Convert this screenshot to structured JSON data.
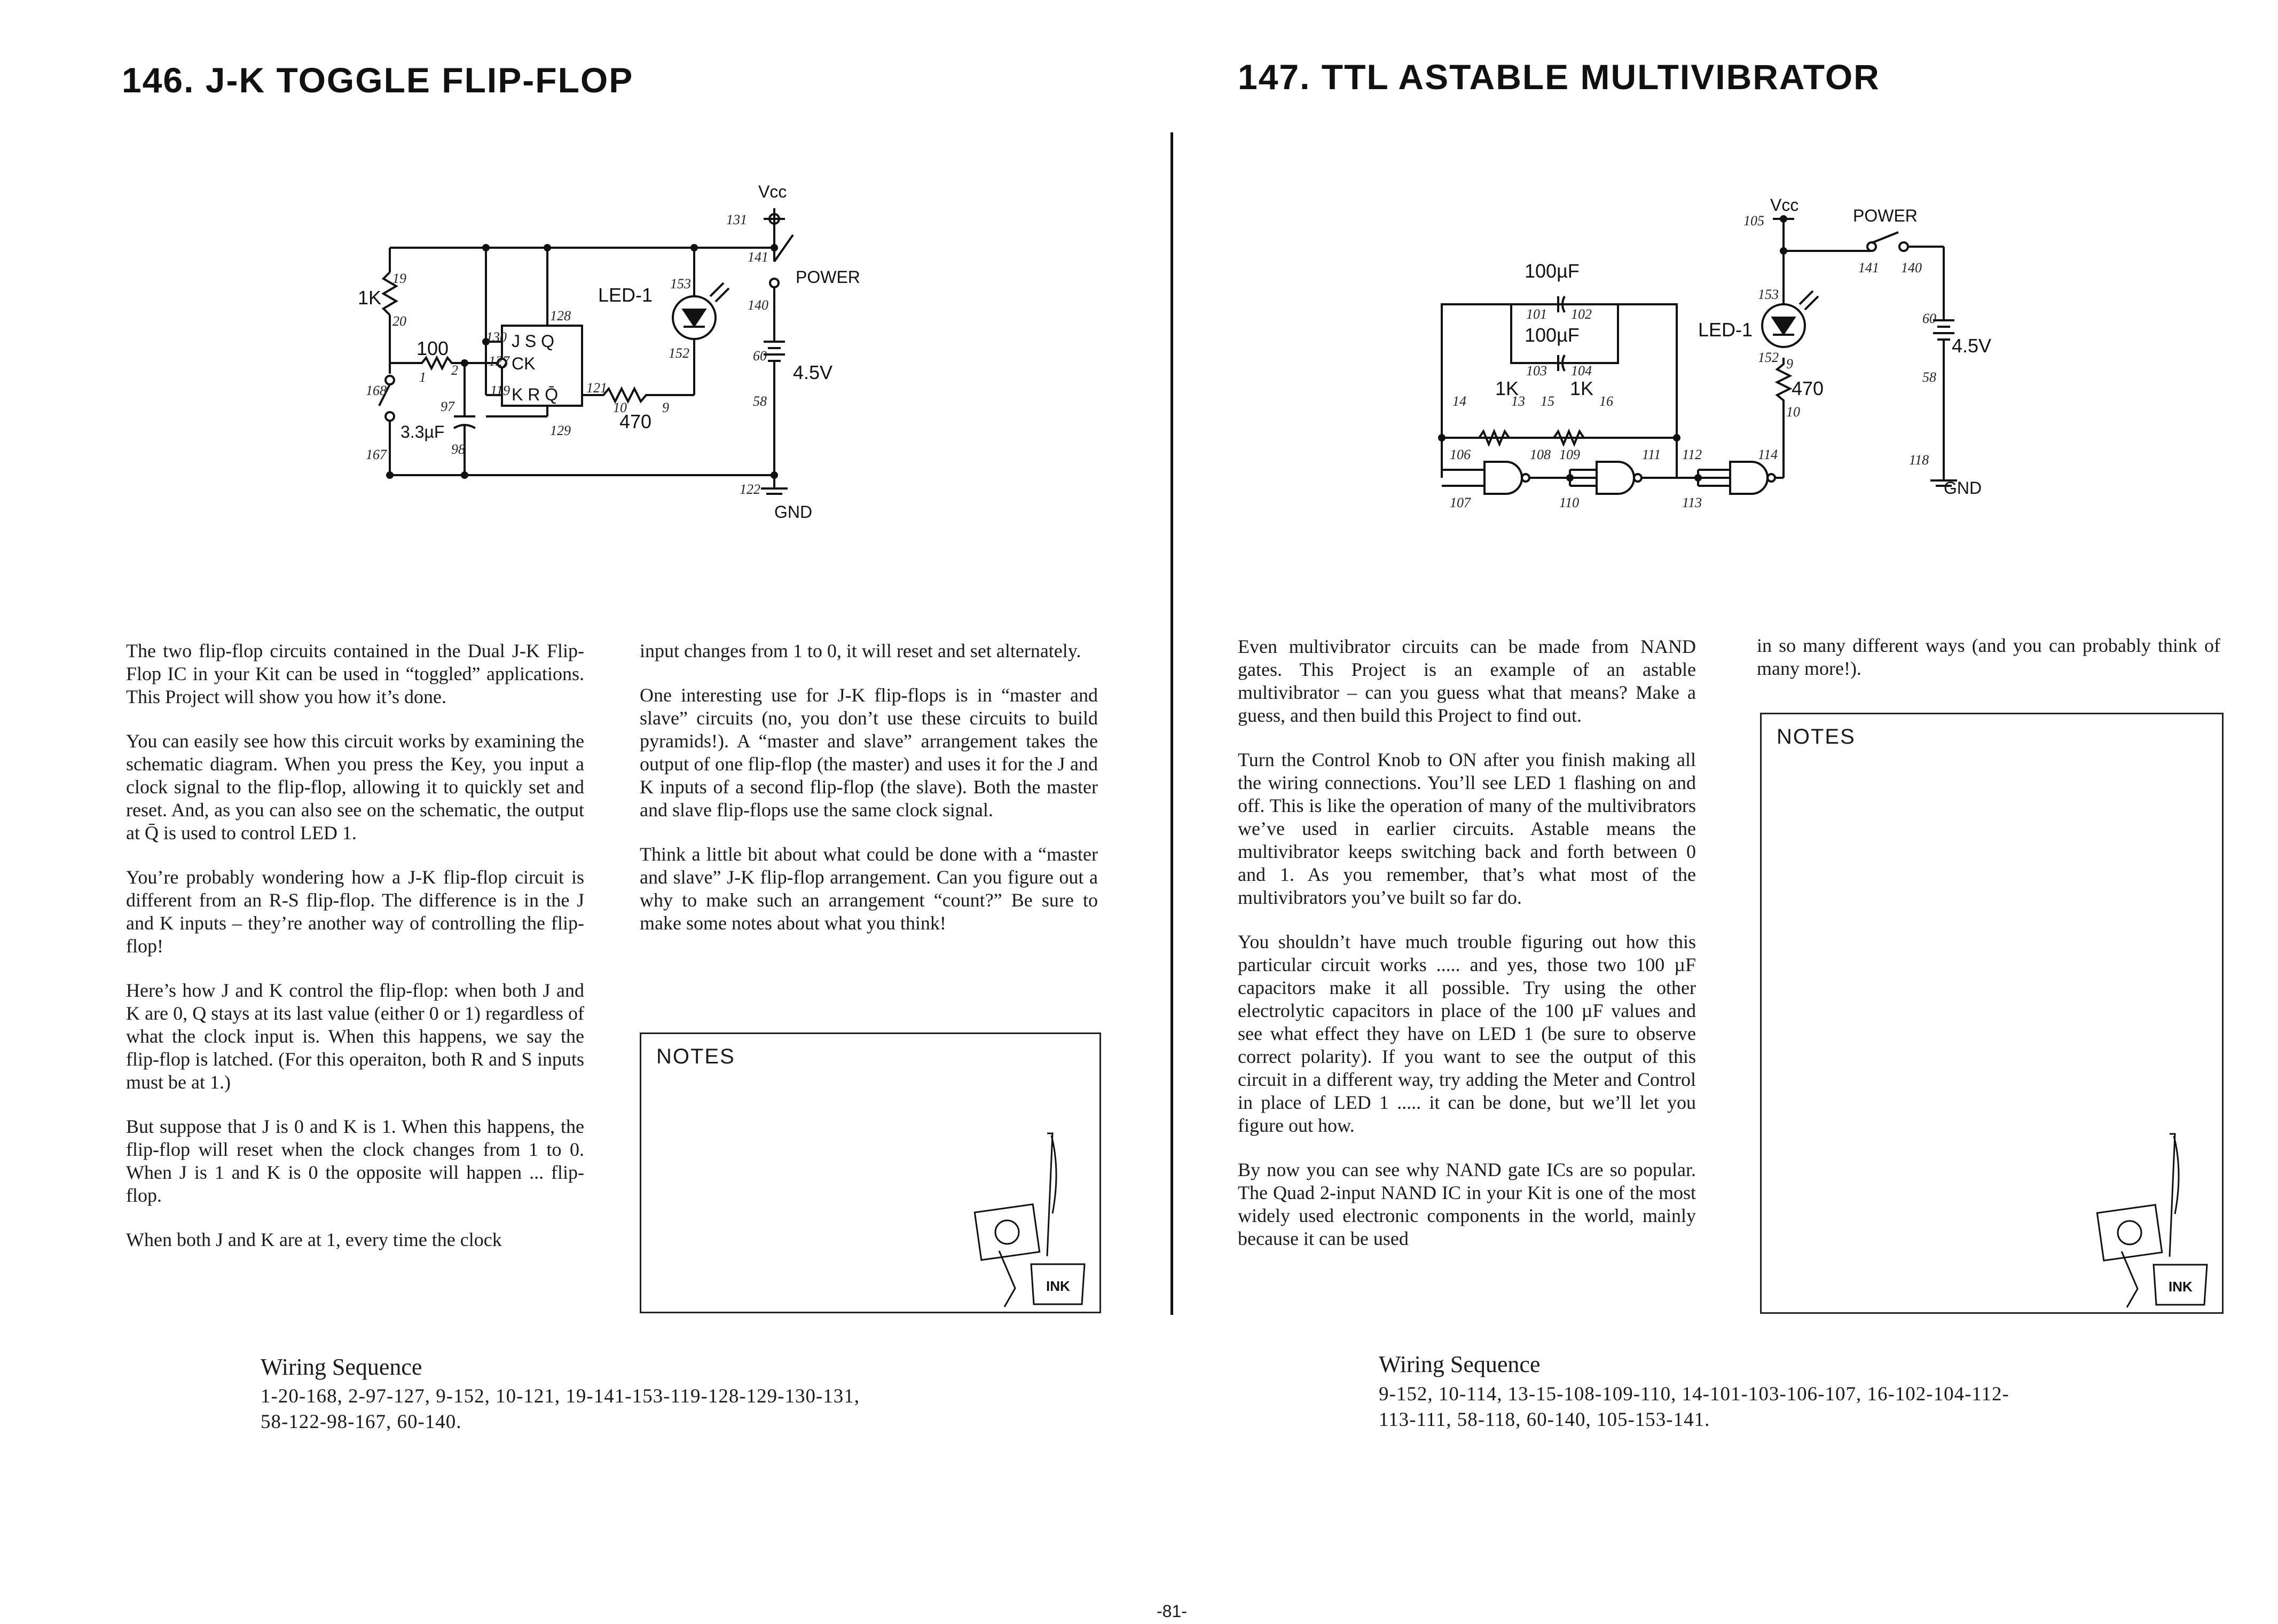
{
  "left": {
    "title": "146. J-K TOGGLE FLIP-FLOP",
    "schematic": {
      "vcc": "Vcc",
      "power": "POWER",
      "battery": "4.5V",
      "gnd": "GND",
      "led": "LED-1",
      "r1": "1K",
      "r2": "100",
      "r3": "470",
      "cap": "3.3µF",
      "pins": {
        "p131": "131",
        "p141": "141",
        "p140": "140",
        "p153": "153",
        "p152": "152",
        "p60": "60",
        "p58": "58",
        "p122": "122",
        "p19": "19",
        "p20": "20",
        "p168": "168",
        "p167": "167",
        "p1": "1",
        "p2": "2",
        "p97": "97",
        "p98": "98",
        "p130": "130",
        "p127": "127",
        "p119": "119",
        "p128": "128",
        "p129": "129",
        "p121": "121",
        "p10": "10",
        "p9": "9"
      },
      "ic": {
        "js": "J  S  Q",
        "ck": "CK",
        "kr": "K  R  Q̄"
      }
    },
    "col1": [
      "The two flip-flop circuits contained in the Dual J-K Flip-Flop IC in your Kit can be used in “toggled” applications. This Project will show you how it’s done.",
      "You can easily see how this circuit works by examining the schematic diagram. When you press the Key, you input a clock signal to the flip-flop, allowing it to quickly set and reset. And, as you can also see on the schematic, the output at Q̄ is used to control LED 1.",
      "You’re probably wondering how a J-K flip-flop circuit is different from an R-S flip-flop. The difference is in the J and K inputs – they’re another way of controlling the flip-flop!",
      "Here’s how J and K control the flip-flop: when both J and K are 0, Q stays at its last value (either 0 or 1) regardless of what the clock input is. When this happens, we say the flip-flop is latched. (For this operaiton, both R and S inputs must be at 1.)",
      "But suppose that J is 0 and K is 1. When this happens, the flip-flop will reset when the clock changes from 1 to 0. When J is 1 and K is 0 the opposite will happen ... flip-flop.",
      "When both J and K are at 1, every time the clock"
    ],
    "col2": [
      "input changes from 1 to 0, it will reset and set alternately.",
      "One interesting use for J-K flip-flops is in “master and slave” circuits (no, you don’t use these circuits to build pyramids!). A “master and slave” arrangement takes the output of one flip-flop (the master) and uses it for the J and K inputs of a second flip-flop (the slave). Both the master and slave flip-flops use the same clock signal.",
      "Think a little bit about what could be done with a “master and slave” J-K flip-flop arrangement. Can you figure out a why to make such an arrangement “count?” Be sure to make some notes about what you think!"
    ],
    "notes": "NOTES",
    "ink": "INK",
    "wiring_heading": "Wiring Sequence",
    "wiring_line1": "1-20-168,  2-97-127,  9-152,  10-121,  19-141-153-119-128-129-130-131,",
    "wiring_line2": "58-122-98-167,  60-140."
  },
  "right": {
    "title": "147. TTL ASTABLE MULTIVIBRATOR",
    "schematic": {
      "vcc": "Vcc",
      "power": "POWER",
      "battery": "4.5V",
      "gnd": "GND",
      "led": "LED-1",
      "c1": "100µF",
      "c2": "100µF",
      "r1": "1K",
      "r2": "1K",
      "r3": "470",
      "pins": {
        "p105": "105",
        "p141": "141",
        "p140": "140",
        "p153": "153",
        "p152": "152",
        "p9": "9",
        "p10": "10",
        "p60": "60",
        "p58": "58",
        "p118": "118",
        "p101": "101",
        "p102": "102",
        "p103": "103",
        "p104": "104",
        "p14": "14",
        "p13": "13",
        "p15": "15",
        "p16": "16",
        "p106": "106",
        "p107": "107",
        "p108": "108",
        "p109": "109",
        "p110": "110",
        "p111": "111",
        "p112": "112",
        "p113": "113",
        "p114": "114"
      }
    },
    "col1": [
      "Even multivibrator circuits can be made from NAND gates. This Project is an example of an astable multivibrator – can you guess what that means? Make a guess, and then build this Project to find out.",
      "Turn the Control Knob to ON after you finish making all the wiring connections. You’ll see LED 1 flashing on and off. This is like the operation of many of the multivibrators we’ve used in earlier circuits. Astable means the multivibrator keeps switching back and forth between 0 and 1. As you remember, that’s what most of the multivibrators you’ve built so far do.",
      "You shouldn’t have much trouble figuring out how this particular circuit works ..... and yes, those two 100 µF capacitors make it all possible. Try using the other electrolytic capacitors in place of the 100 µF values and see what effect they have on LED 1 (be sure to observe correct polarity). If you want to see the output of this circuit in a different way, try adding the Meter and Control in place of LED 1 ..... it can be done, but we’ll let you figure out how.",
      "By now you can see why NAND gate ICs are so popular. The Quad 2-input NAND IC in your Kit is one of the most widely used electronic components in the world, mainly because it can be used"
    ],
    "col2": [
      "in so many different ways (and you can probably think of many more!)."
    ],
    "notes": "NOTES",
    "ink": "INK",
    "wiring_heading": "Wiring Sequence",
    "wiring_line1": "9-152,  10-114,  13-15-108-109-110,  14-101-103-106-107,  16-102-104-112-",
    "wiring_line2": "113-111,  58-118,  60-140,  105-153-141."
  },
  "page_number": "-81-"
}
